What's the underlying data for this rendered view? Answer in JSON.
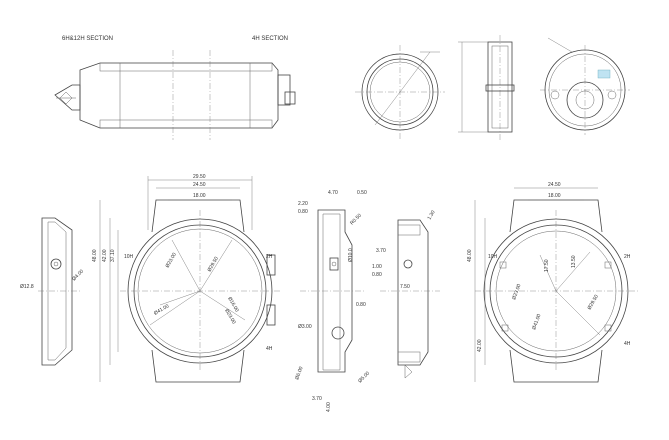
{
  "sections": {
    "left_title": "6H&12H SECTION",
    "right_title": "4H SECTION"
  },
  "front_view": {
    "overall_width": "29.50",
    "lug_width": "24.50",
    "strap_width": "18.00",
    "height_total": "48.00",
    "height_a": "42.00",
    "height_b": "37.10",
    "label_10h": "10H",
    "label_2h": "2H",
    "label_4h": "4H",
    "diameters": [
      "Ø23.00",
      "Ø29.50",
      "Ø41.00",
      "Ø16.00",
      "Ø23.00"
    ]
  },
  "side_view": {
    "label_height": "Ø12.8",
    "label_dia": "Ø4.00"
  },
  "crown_view": {
    "dims": [
      "4.70",
      "0.50",
      "2.20",
      "0.80",
      "R0.50",
      "Ø10.0",
      "0.80",
      "Ø3.00",
      "Ø6.00",
      "Ø5.00",
      "3.70",
      "4.00"
    ]
  },
  "caseback_side": {
    "dims": [
      "1.30",
      "3.70",
      "1.00",
      "0.80",
      "7.50"
    ]
  },
  "back_view": {
    "lug_width": "24.50",
    "strap_width": "18.00",
    "height_total": "48.00",
    "height_a": "42.00",
    "label_10h": "10H",
    "label_2h": "2H",
    "label_4h": "4H",
    "dims": [
      "17.50",
      "13.50",
      "Ø23.00",
      "Ø29.50",
      "Ø41.00"
    ]
  }
}
